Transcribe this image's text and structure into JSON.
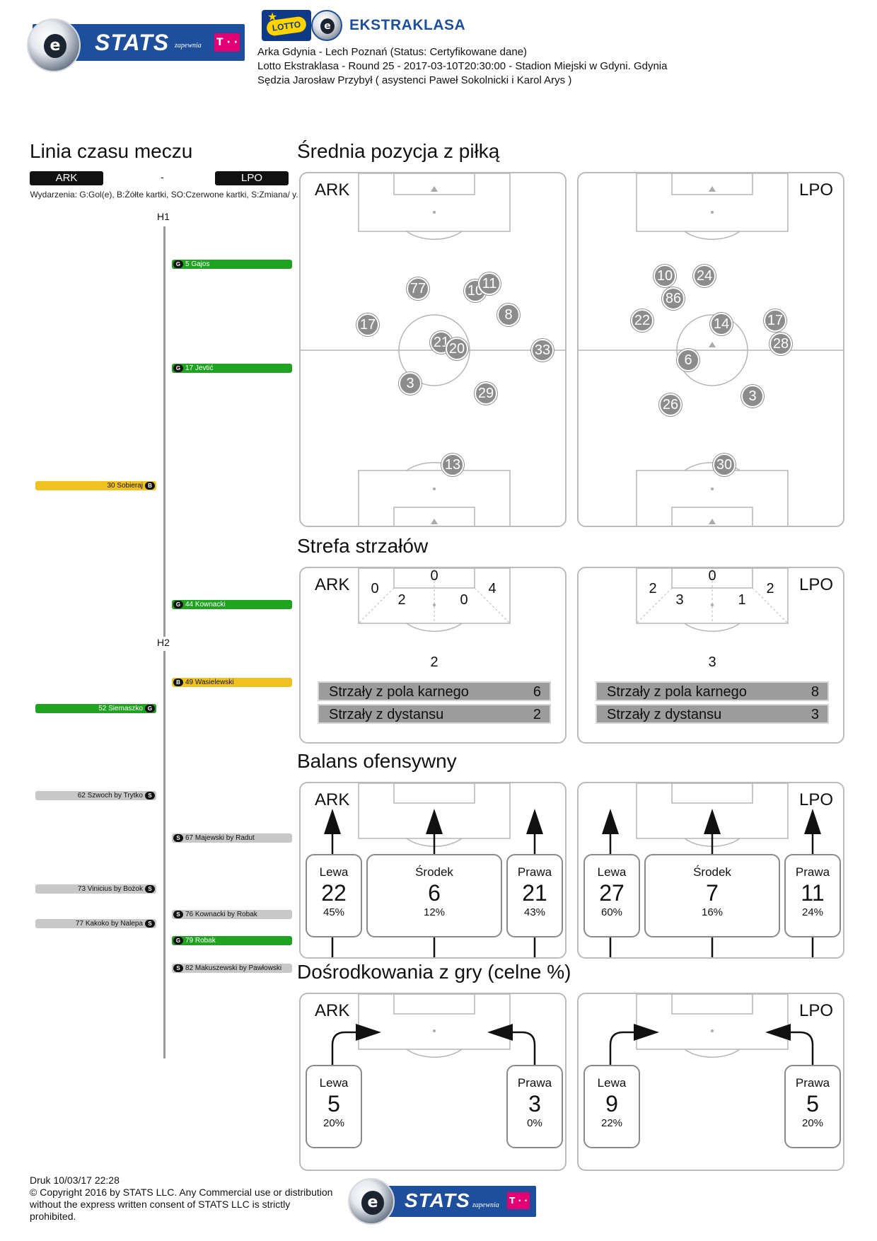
{
  "header": {
    "logo_stats": "STATS",
    "logo_zapewnia": "zapewnia",
    "logo_telekom": "T · ·",
    "logo_ball_letter": "e",
    "lotto": "LOTTO",
    "lotto_star": "★",
    "ekstraklasa": "EKSTRAKLASA",
    "match_line": "Arka Gdynia - Lech Poznań (Status: Certyfikowane dane)",
    "info_line": "Lotto Ekstraklasa - Round 25 - 2017-03-10T20:30:00 - Stadion Miejski w Gdyni. Gdynia",
    "referee_line": "Sędzia Jarosław Przybył ( asystenci Paweł Sokolnicki i Karol Arys )"
  },
  "timeline": {
    "title": "Linia czasu meczu",
    "home": "ARK",
    "sep": "-",
    "away": "LPO",
    "legend": "Wydarzenia: G:Gol(e), B:Żółte kartki, SO:Czerwone kartki, S:Zmiana/ y.",
    "h1": "H1",
    "h2": "H2",
    "events": [
      {
        "side": "right",
        "type": "green",
        "badge": "G",
        "text": "5 Gajos"
      },
      {
        "side": "right",
        "type": "green",
        "badge": "G",
        "text": "17 Jevtić"
      },
      {
        "side": "left",
        "type": "yellow",
        "badge": "B",
        "text": "30 Sobieraj"
      },
      {
        "side": "right",
        "type": "green",
        "badge": "G",
        "text": "44 Kownacki"
      },
      {
        "side": "right",
        "type": "yellow",
        "badge": "B",
        "text": "49 Wasielewski"
      },
      {
        "side": "left",
        "type": "green",
        "badge": "G",
        "text": "52 Siemaszko"
      },
      {
        "side": "left",
        "type": "grey",
        "badge": "S",
        "text": "62 Szwoch by Trytko"
      },
      {
        "side": "right",
        "type": "grey",
        "badge": "S",
        "text": "67 Majewski by Radut"
      },
      {
        "side": "left",
        "type": "grey",
        "badge": "S",
        "text": "73 Vinicius by Bożok"
      },
      {
        "side": "right",
        "type": "grey",
        "badge": "S",
        "text": "76 Kownacki by Robak"
      },
      {
        "side": "left",
        "type": "grey",
        "badge": "S",
        "text": "77 Kakoko by Nalepa"
      },
      {
        "side": "right",
        "type": "green",
        "badge": "G",
        "text": "79 Robak"
      },
      {
        "side": "right",
        "type": "grey",
        "badge": "S",
        "text": "82 Makuszewski by Pawłowski"
      }
    ]
  },
  "avg_position": {
    "title": "Średnia pozycja z piłką",
    "home_label": "ARK",
    "away_label": "LPO",
    "home_players": [
      "77",
      "10",
      "11",
      "8",
      "17",
      "21",
      "20",
      "33",
      "3",
      "29",
      "13"
    ],
    "away_players": [
      "10",
      "24",
      "86",
      "22",
      "14",
      "17",
      "28",
      "6",
      "3",
      "26",
      "30"
    ]
  },
  "shot_zone": {
    "title": "Strefa strzałów",
    "home": {
      "label": "ARK",
      "zones": [
        "0",
        "0",
        "2",
        "0",
        "4"
      ],
      "outside": "2",
      "stats": [
        {
          "label": "Strzały z pola karnego",
          "value": "6"
        },
        {
          "label": "Strzały z dystansu",
          "value": "2"
        }
      ]
    },
    "away": {
      "label": "LPO",
      "zones": [
        "2",
        "0",
        "3",
        "1",
        "2"
      ],
      "outside": "3",
      "stats": [
        {
          "label": "Strzały z pola karnego",
          "value": "8"
        },
        {
          "label": "Strzały z dystansu",
          "value": "3"
        }
      ]
    }
  },
  "attack_balance": {
    "title": "Balans ofensywny",
    "home": {
      "label": "ARK",
      "left": {
        "title": "Lewa",
        "value": "22",
        "pct": "45%"
      },
      "center": {
        "title": "Środek",
        "value": "6",
        "pct": "12%"
      },
      "right": {
        "title": "Prawa",
        "value": "21",
        "pct": "43%"
      }
    },
    "away": {
      "label": "LPO",
      "left": {
        "title": "Lewa",
        "value": "27",
        "pct": "60%"
      },
      "center": {
        "title": "Środek",
        "value": "7",
        "pct": "16%"
      },
      "right": {
        "title": "Prawa",
        "value": "11",
        "pct": "24%"
      }
    }
  },
  "crosses": {
    "title": "Dośrodkowania z gry (celne %)",
    "home": {
      "label": "ARK",
      "left": {
        "title": "Lewa",
        "value": "5",
        "pct": "20%"
      },
      "right": {
        "title": "Prawa",
        "value": "3",
        "pct": "0%"
      }
    },
    "away": {
      "label": "LPO",
      "left": {
        "title": "Lewa",
        "value": "9",
        "pct": "22%"
      },
      "right": {
        "title": "Prawa",
        "value": "5",
        "pct": "20%"
      }
    }
  },
  "footer": {
    "printed": "Druk 10/03/17 22:28",
    "copyright": "© Copyright 2016 by STATS LLC. Any Commercial use or distribution without the express written consent of STATS LLC is strictly prohibited."
  }
}
